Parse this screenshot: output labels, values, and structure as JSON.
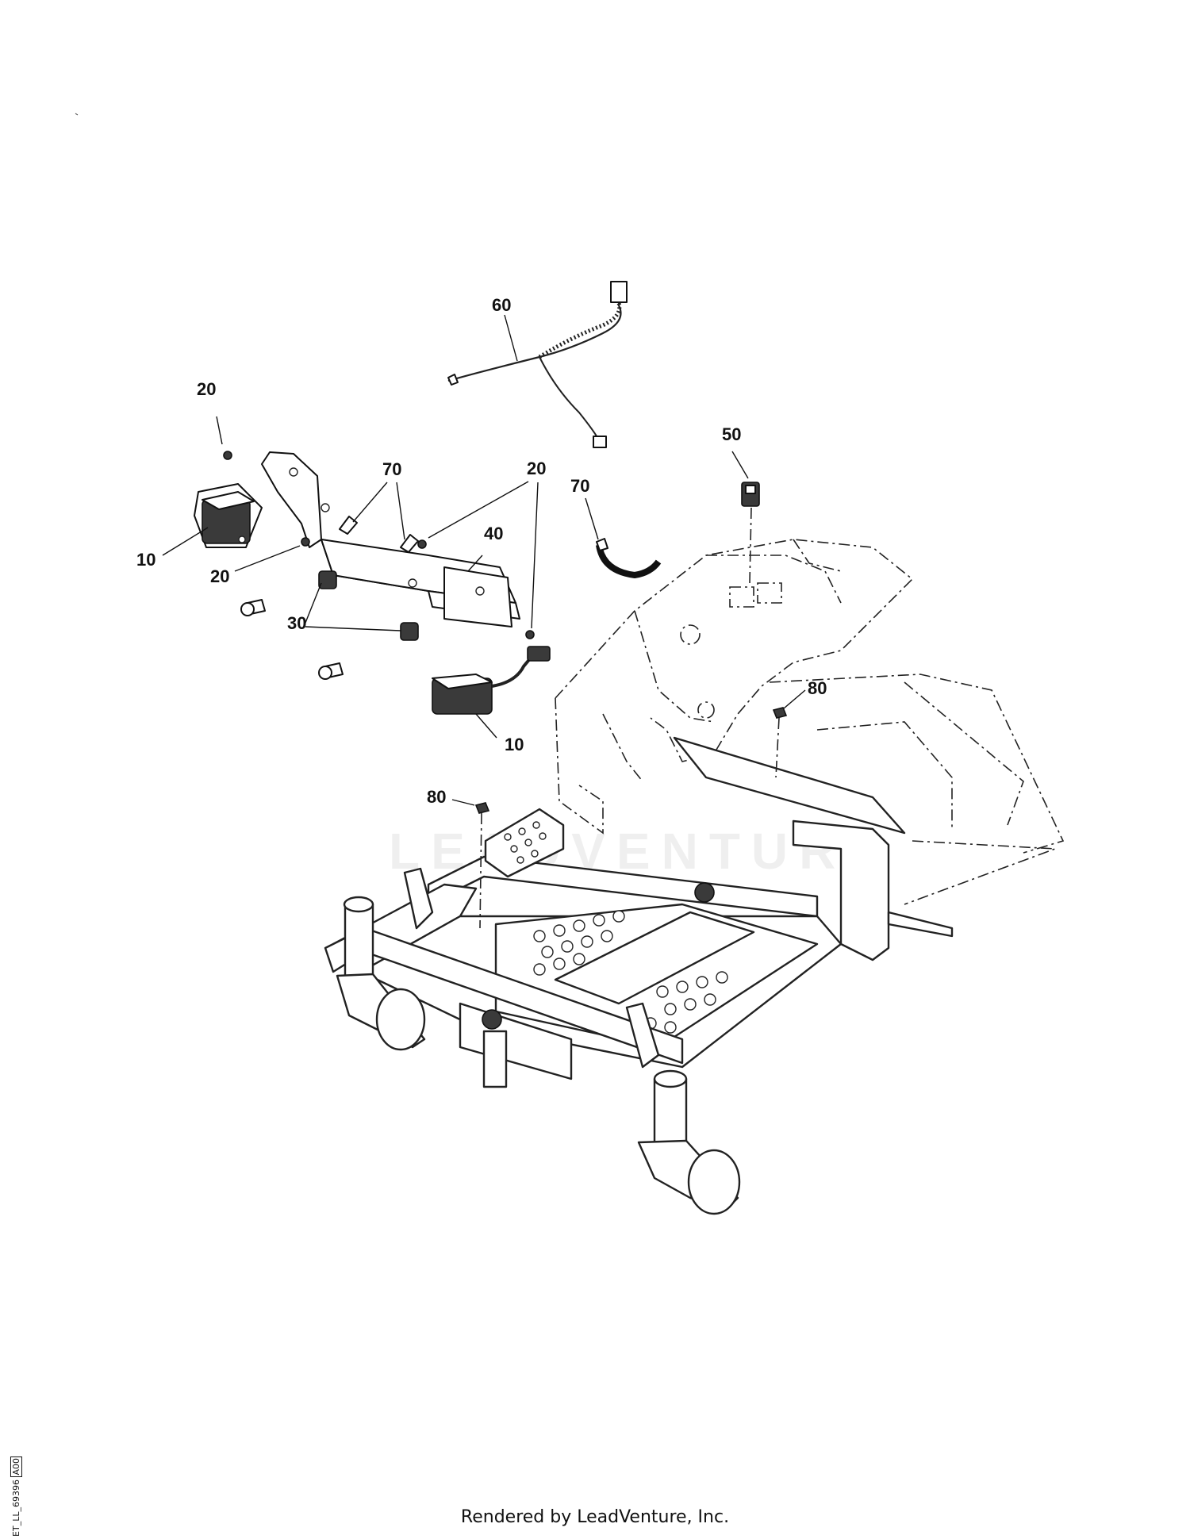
{
  "callouts": {
    "c60": "60",
    "c20_top": "20",
    "c70_left": "70",
    "c20_right": "20",
    "c70_clip": "70",
    "c50": "50",
    "c40": "40",
    "c10_left": "10",
    "c20_mid": "20",
    "c30": "30",
    "c10_bottom": "10",
    "c80_right": "80",
    "c80_left": "80"
  },
  "watermark": "LEADVENTURE",
  "footer": "Rendered by LeadVenture, Inc.",
  "document_id": "ET_LL_69396",
  "revision": "A00"
}
